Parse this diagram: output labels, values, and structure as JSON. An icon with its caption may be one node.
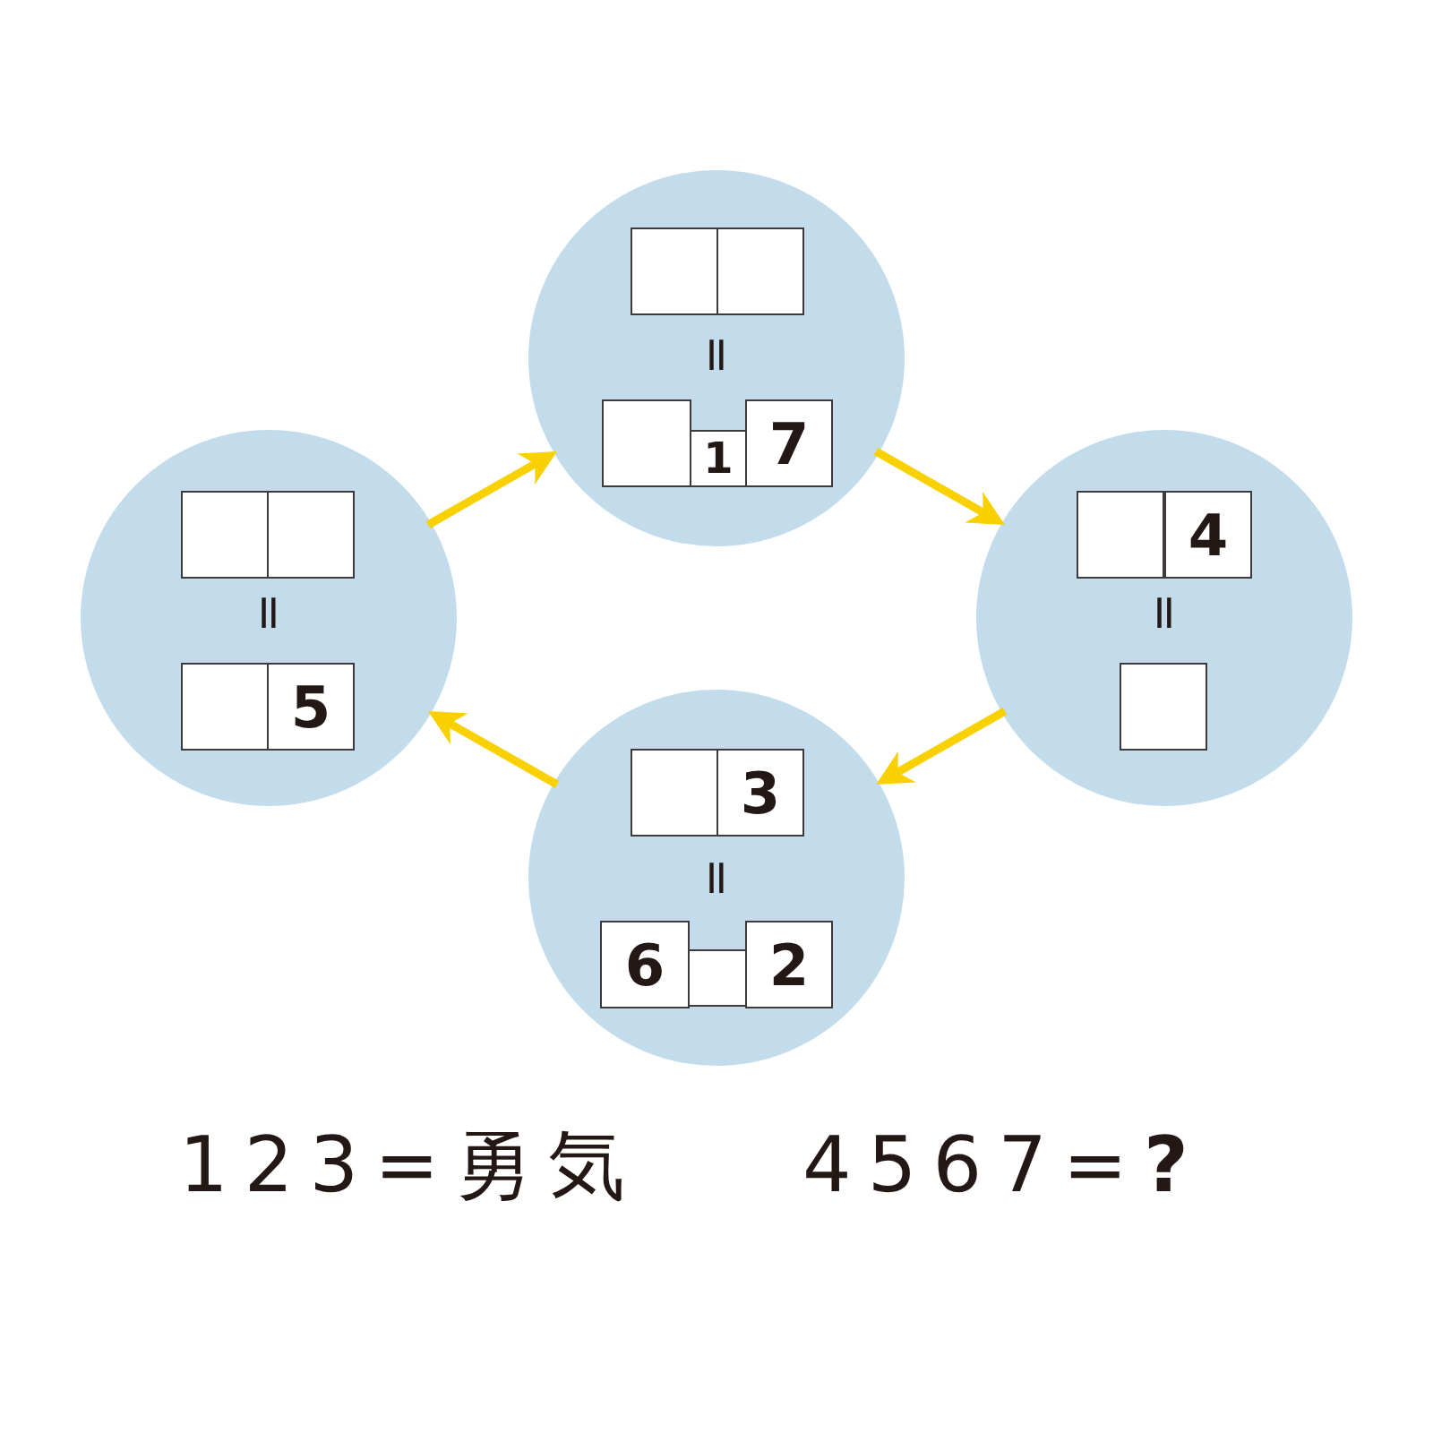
{
  "diagram": {
    "nodes": [
      {
        "text": [
          "="
        ]
      },
      {
        "text": [],
        "shape": "box",
        "in": 0
      },
      {
        "text": [],
        "shape": "box",
        "in": 0
      },
      {
        "text": [],
        "shape": "box",
        "in": 0
      },
      {
        "text": [
          "1"
        ],
        "in": 0
      },
      {
        "text": [
          "7"
        ],
        "in": 0
      },
      {
        "text": [
          "="
        ]
      },
      {
        "text": [],
        "shape": "box",
        "in": 6
      },
      {
        "text": [],
        "shape": "box",
        "in": 6
      },
      {
        "text": [],
        "shape": "box",
        "in": 6
      },
      {
        "text": [
          "5"
        ],
        "in": 6
      },
      {
        "text": [
          "="
        ]
      },
      {
        "text": [],
        "shape": "box",
        "in": 11
      },
      {
        "text": [
          "4"
        ],
        "in": 11
      },
      {
        "text": [],
        "shape": "box",
        "in": 11
      },
      {
        "text": [
          "="
        ]
      },
      {
        "text": [],
        "shape": "box",
        "in": 15
      },
      {
        "text": [
          "3"
        ],
        "in": 15
      },
      {
        "text": [
          "6"
        ],
        "in": 15
      },
      {
        "text": [],
        "shape": "box",
        "in": 15
      },
      {
        "text": [
          "2"
        ],
        "in": 15
      }
    ],
    "edges": [
      {
        "from": 6,
        "to": 0,
        "arrow": "to"
      },
      {
        "from": 0,
        "to": 11,
        "arrow": "to"
      },
      {
        "from": 11,
        "to": 15,
        "arrow": "to"
      },
      {
        "from": 15,
        "to": 6,
        "arrow": "to"
      }
    ],
    "labels": [
      "123=勇気",
      "4567=**?**"
    ]
  }
}
